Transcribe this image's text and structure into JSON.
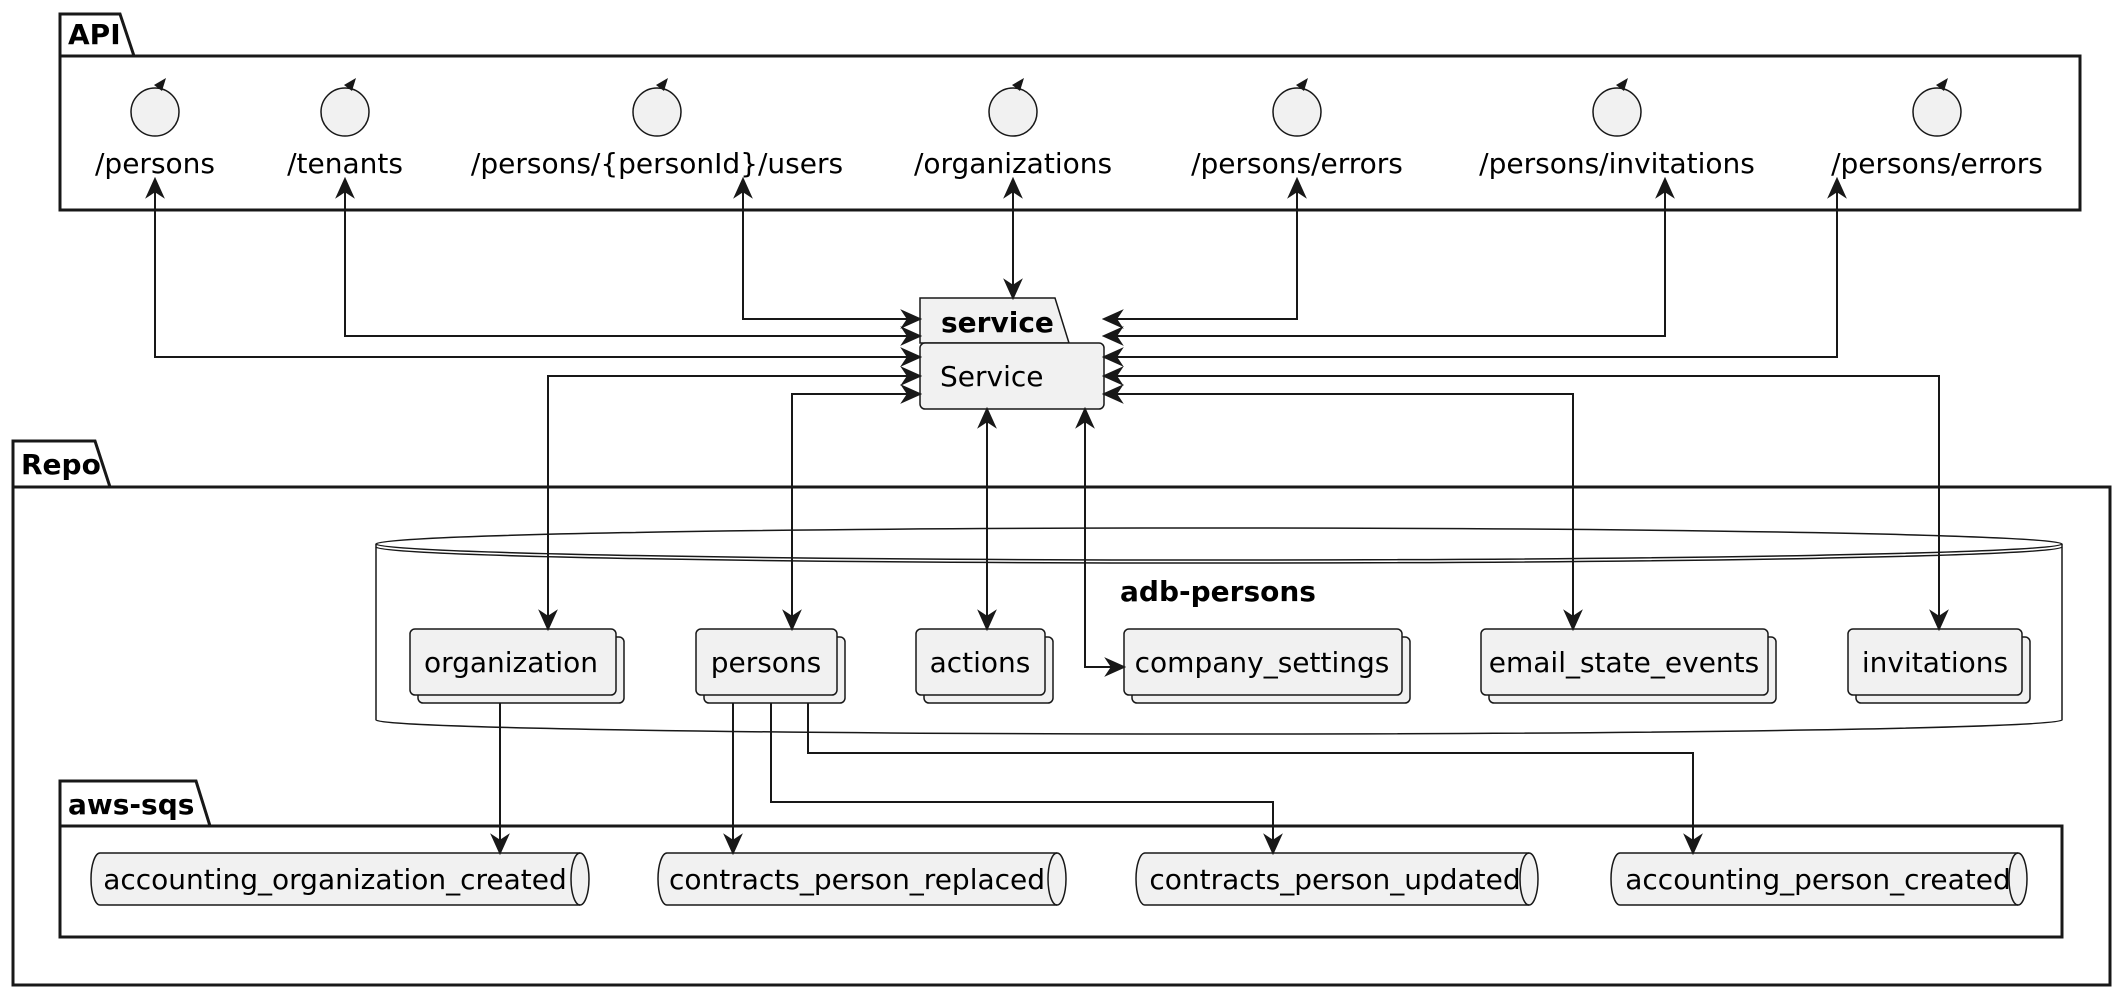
{
  "packages": {
    "api": "API",
    "service": "service",
    "repo": "Repo",
    "sqs": "aws-sqs"
  },
  "service_label": "Service",
  "database_label": "adb-persons",
  "endpoints": [
    "/persons",
    "/tenants",
    "/persons/{personId}/users",
    "/organizations",
    "/persons/errors",
    "/persons/invitations",
    "/persons/errors"
  ],
  "collections": [
    "organization",
    "persons",
    "actions",
    "company_settings",
    "email_state_events",
    "invitations"
  ],
  "queues": [
    "accounting_organization_created",
    "contracts_person_replaced",
    "contracts_person_updated",
    "accounting_person_created"
  ]
}
